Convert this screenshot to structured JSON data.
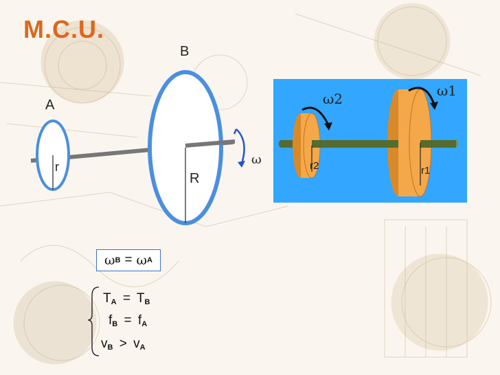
{
  "slide": {
    "title": "M.C.U.",
    "label_b": "B",
    "label_a": "A",
    "label_small_r": "r",
    "label_big_r": "R",
    "omega": "ω",
    "photo": {
      "omega2": "ω2",
      "omega1": "ω1",
      "r2": "r2",
      "r1": "r1"
    },
    "equality": {
      "omega_b": "ω",
      "sub_b": "B",
      "eq": "=",
      "omega_a": "ω",
      "sub_a": "A"
    },
    "relations": [
      {
        "left": "T",
        "left_sub": "A",
        "op": "=",
        "right": "T",
        "right_sub": "B"
      },
      {
        "left": "f",
        "left_sub": "B",
        "op": "=",
        "right": "f",
        "right_sub": "A"
      },
      {
        "left": "v",
        "left_sub": "B",
        "op": ">",
        "right": "v",
        "right_sub": "A"
      }
    ],
    "colors": {
      "title": "#e0661a",
      "disc_outline": "#4a8fe0",
      "shaft": "#777777",
      "photo_bg": "#33a6ff",
      "photo_disc": "#f5a84a",
      "photo_axle": "#556b2f"
    }
  }
}
